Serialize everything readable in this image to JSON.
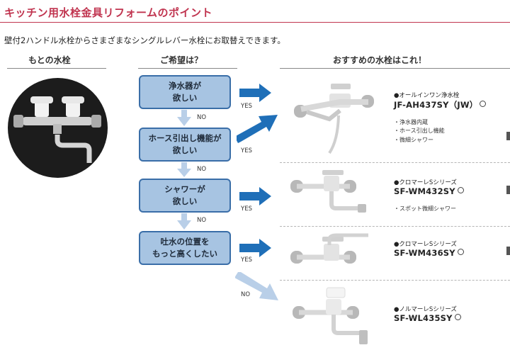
{
  "header": {
    "title": "キッチン用水栓金具リフォームのポイント"
  },
  "intro": "壁付2ハンドル水栓からさまざまなシングルレバー水栓にお取替えできます。",
  "columns": {
    "original": "もとの水栓",
    "request": "ご希望は？",
    "recommend": "おすすめの水栓はこれ！"
  },
  "flow": {
    "questions": [
      "浄水器が\n欲しい",
      "ホース引出し機能が\n欲しい",
      "シャワーが\n欲しい",
      "吐水の位置を\nもっと高くしたい"
    ],
    "yes": "YES",
    "no": "NO"
  },
  "products": [
    {
      "series": "●オールインワン浄水栓",
      "model": "JF-AH437SY（JW）",
      "features": [
        "・浄水器内蔵",
        "・ホース引出し機能",
        "・微細シャワー"
      ]
    },
    {
      "series": "●クロマーレSシリーズ",
      "model": "SF-WM432SY",
      "features": [
        "・スポット微細シャワー"
      ]
    },
    {
      "series": "●クロマーレSシリーズ",
      "model": "SF-WM436SY",
      "features": []
    },
    {
      "series": "●ノルマーレSシリーズ",
      "model": "SF-WL435SY",
      "features": []
    }
  ],
  "colors": {
    "accent": "#c0344f",
    "box_fill": "#a7c4e2",
    "box_border": "#3a6ea8",
    "arrow": "#1f6fb8",
    "arrow_light": "#b9cfe8"
  }
}
